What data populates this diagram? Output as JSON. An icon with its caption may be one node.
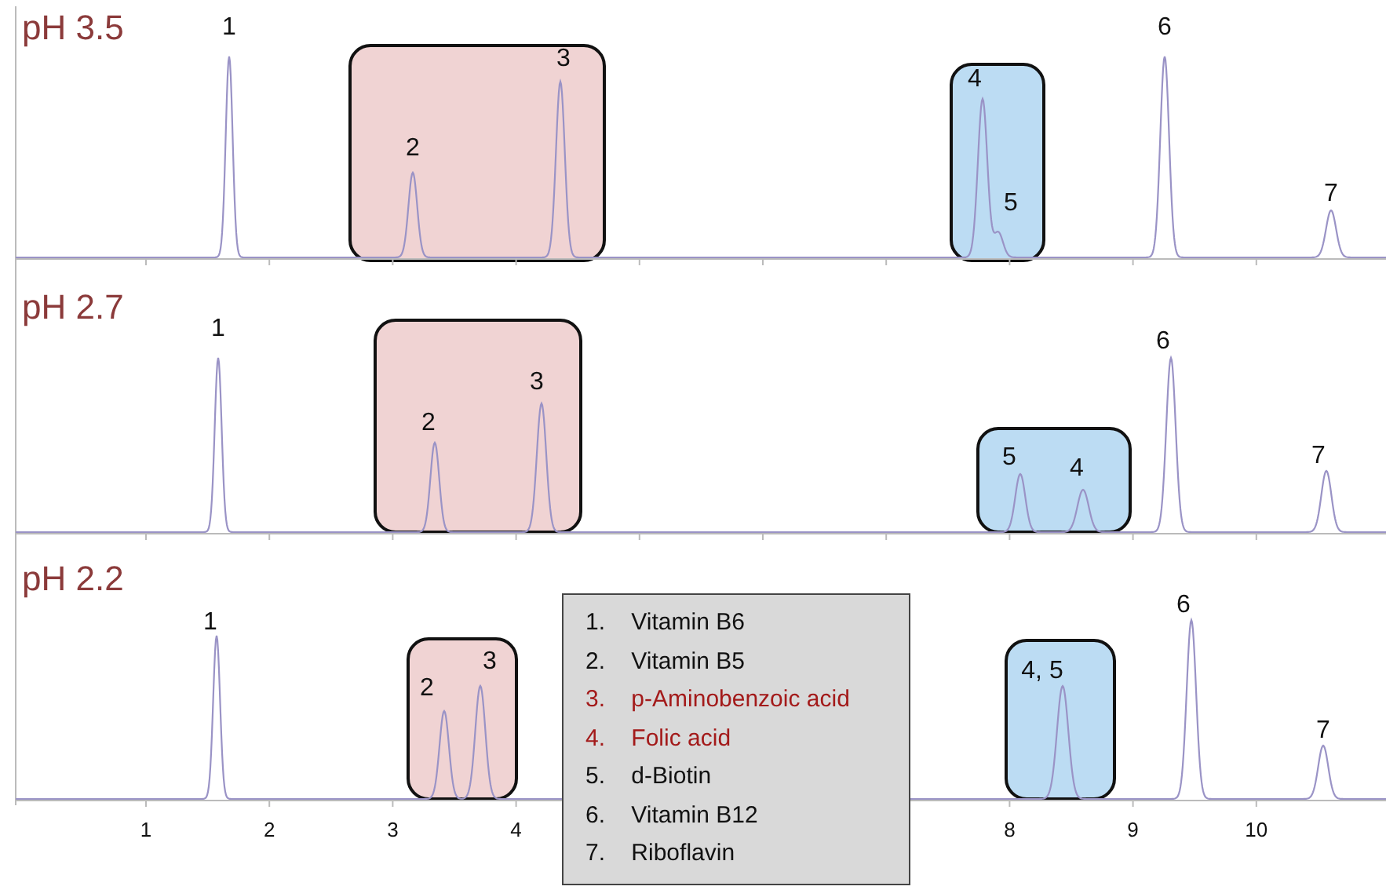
{
  "diagram": {
    "nodes": [
      {
        "text": [
          "2",
          "3"
        ]
      },
      {
        "text": [
          "4",
          "5"
        ]
      },
      {
        "text": [
          "2",
          "3"
        ]
      },
      {
        "text": [
          "5",
          "4"
        ]
      },
      {
        "text": [
          "2",
          "3"
        ]
      },
      {
        "text": [
          "4, 5"
        ]
      },
      {
        "text": [
          "1.    Vitamin B6",
          "2.    Vitamin B5",
          "3.    p-Aminobenzoic acid",
          "4.    Folic acid",
          "5.    d-Biotin",
          "6.    Vitamin B12",
          "7.    Riboflavin"
        ]
      }
    ],
    "edges": [],
    "labels": [
      "pH 3.5",
      "1",
      "6",
      "7",
      "pH 2.7",
      "1",
      "6",
      "7",
      "pH 2.2",
      "1",
      "6",
      "7",
      "1",
      "2",
      "3",
      "4",
      "8",
      "9",
      "10"
    ]
  }
}
